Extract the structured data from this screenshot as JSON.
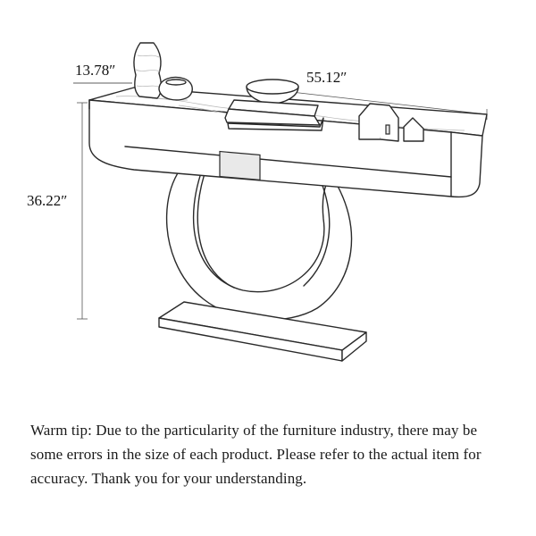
{
  "dimensions": {
    "depth": "13.78″",
    "width": "55.12″",
    "height": "36.22″"
  },
  "note": "Warm tip: Due to the particularity of the furniture industry, there may be some errors in the size of each product. Please refer to the actual item for accuracy. Thank you for your understanding."
}
